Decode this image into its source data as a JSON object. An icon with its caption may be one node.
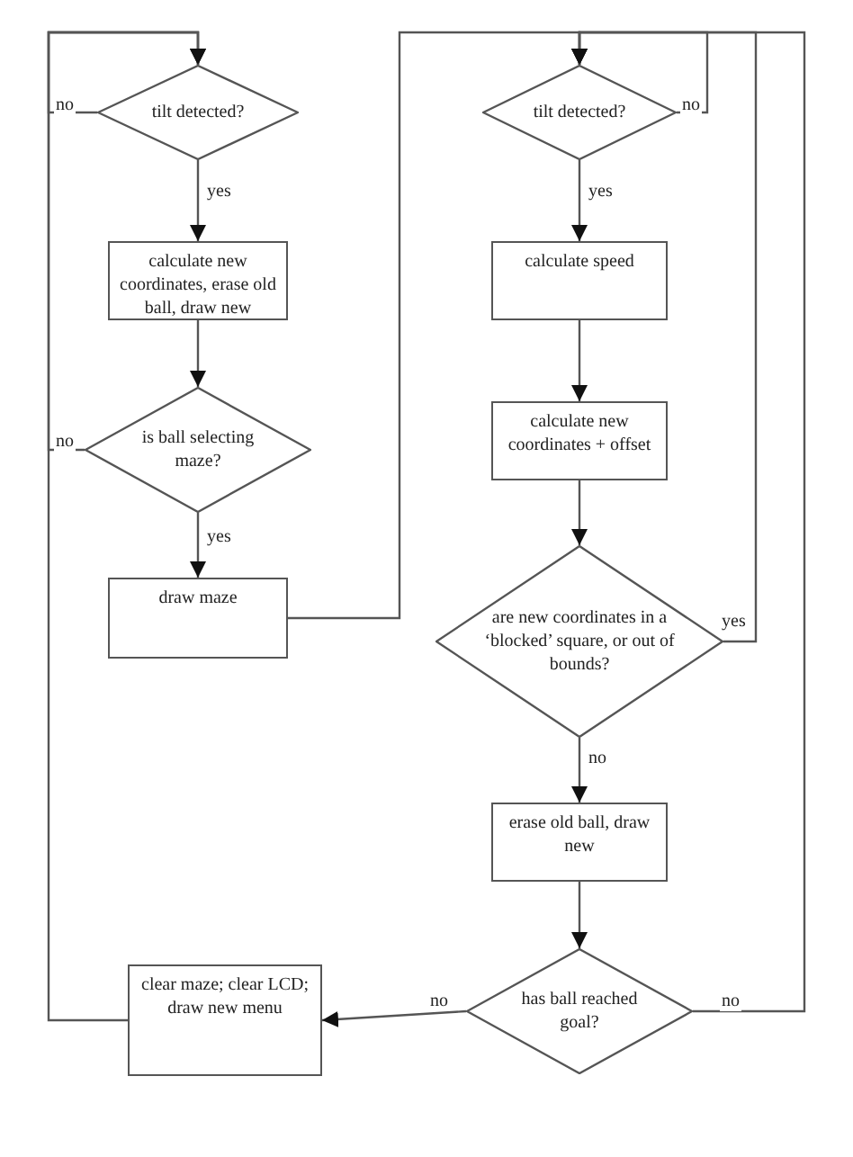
{
  "diagram": {
    "nodes": [
      {
        "text": [
          "tilt detected?"
        ]
      },
      {
        "text": [
          "calculate new coordinates, erase old ball, draw new"
        ]
      },
      {
        "text": [
          "is ball selecting maze?"
        ]
      },
      {
        "text": [
          "draw maze"
        ]
      },
      {
        "text": [
          "tilt detected?"
        ]
      },
      {
        "text": [
          "calculate speed"
        ]
      },
      {
        "text": [
          "calculate new coordinates + offset"
        ]
      },
      {
        "text": [
          "are new coordinates in a ‘blocked’ square, or out of bounds?"
        ]
      },
      {
        "text": [
          "erase old ball, draw new"
        ]
      },
      {
        "text": [
          "has ball reached goal?"
        ]
      },
      {
        "text": [
          "clear maze; clear LCD; draw new menu"
        ]
      }
    ],
    "edges": [
      {
        "from": 0,
        "to": 0,
        "arrow": "to",
        "label": "no"
      },
      {
        "from": 0,
        "to": 1,
        "arrow": "to",
        "label": "yes"
      },
      {
        "from": 1,
        "to": 2,
        "arrow": "to"
      },
      {
        "from": 2,
        "to": 0,
        "arrow": "to",
        "label": "no"
      },
      {
        "from": 2,
        "to": 3,
        "arrow": "to",
        "label": "yes"
      },
      {
        "from": 3,
        "to": 4,
        "arrow": "to"
      },
      {
        "from": 4,
        "to": 4,
        "arrow": "to",
        "label": "no"
      },
      {
        "from": 4,
        "to": 5,
        "arrow": "to",
        "label": "yes"
      },
      {
        "from": 5,
        "to": 6,
        "arrow": "to"
      },
      {
        "from": 6,
        "to": 7,
        "arrow": "to"
      },
      {
        "from": 7,
        "to": 4,
        "arrow": "to",
        "label": "yes"
      },
      {
        "from": 7,
        "to": 8,
        "arrow": "to",
        "label": "no"
      },
      {
        "from": 8,
        "to": 9,
        "arrow": "to"
      },
      {
        "from": 9,
        "to": 4,
        "arrow": "to",
        "label": "no"
      },
      {
        "from": 9,
        "to": 10,
        "arrow": "to",
        "label": "no"
      },
      {
        "from": 10,
        "to": 0,
        "arrow": "to"
      }
    ]
  }
}
